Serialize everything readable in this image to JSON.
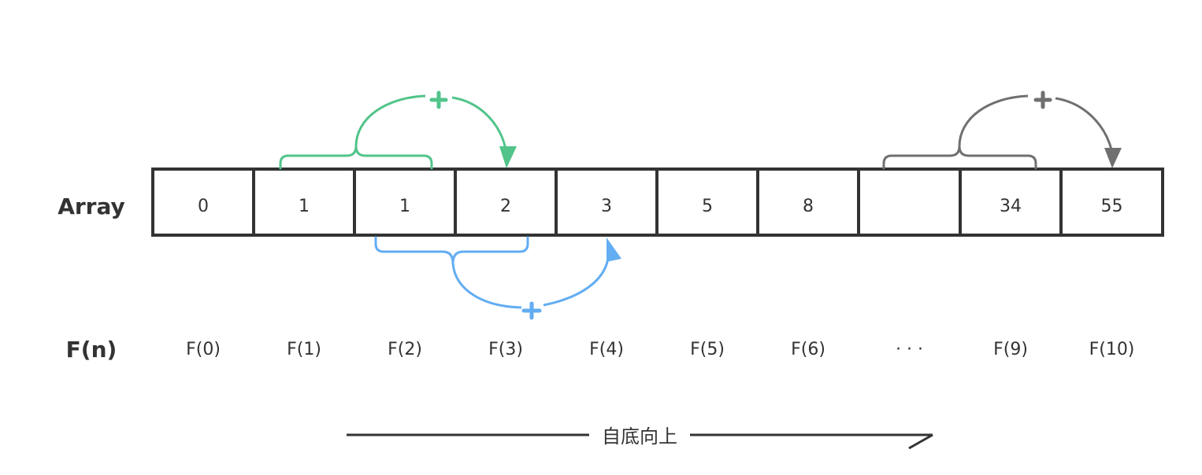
{
  "labels": {
    "array": "Array",
    "fn": "F(n)",
    "direction": "自底向上"
  },
  "array_cells": [
    "0",
    "1",
    "1",
    "2",
    "3",
    "5",
    "8",
    "",
    "34",
    "55"
  ],
  "fn_labels": [
    "F(0)",
    "F(1)",
    "F(2)",
    "F(3)",
    "F(4)",
    "F(5)",
    "F(6)",
    "· · ·",
    "F(9)",
    "F(10)"
  ],
  "annotations": [
    {
      "name": "green-sum",
      "symbol": "+",
      "color": "#52c48a",
      "from_cells": [
        1,
        2
      ],
      "to_cell": 3,
      "side": "top"
    },
    {
      "name": "blue-sum",
      "symbol": "+",
      "color": "#63adf2",
      "from_cells": [
        2,
        3
      ],
      "to_cell": 4,
      "side": "bottom"
    },
    {
      "name": "gray-sum",
      "symbol": "+",
      "color": "#707070",
      "from_cells": [
        7,
        8
      ],
      "to_cell": 9,
      "side": "top"
    }
  ],
  "colors": {
    "stroke": "#333333",
    "green": "#52c48a",
    "blue": "#63adf2",
    "gray": "#707070"
  }
}
